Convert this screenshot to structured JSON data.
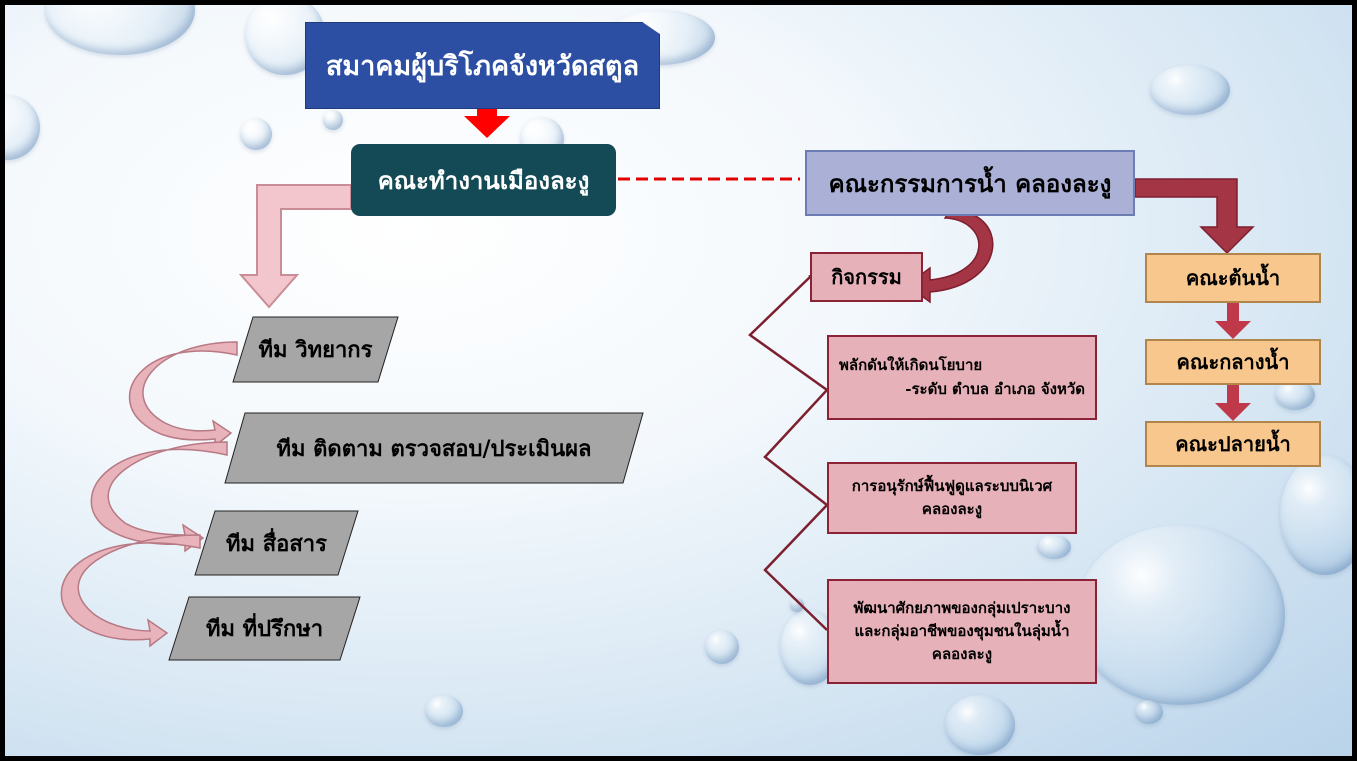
{
  "diagram": {
    "top_node": "สมาคมผู้บริโภคจังหวัดสตูล",
    "muang_node": "คณะทำงานเมืองละงู",
    "committee_node": "คณะกรรมการน้ำ คลองละงู",
    "teams": [
      "ทีม วิทยากร",
      "ทีม ติดตาม ตรวจสอบ/ประเมินผล",
      "ทีม สื่อสาร",
      "ทีม ที่ปรึกษา"
    ],
    "activity": {
      "label": "กิจกรรม",
      "items": [
        {
          "line1": "พลักดันให้เกิดนโยบาย",
          "line2": "-ระดับ ตำบล อำเภอ จังหวัด"
        },
        {
          "line1": "การอนุรักษ์ฟื้นฟูดูแลระบบนิเวศ",
          "line2": "คลองละงู"
        },
        {
          "line1": "พัฒนาศักยภาพของกลุ่มเปราะบาง",
          "line2": "และกลุ่มอาชีพของชุมชนในลุ่มน้ำ",
          "line3": "คลองละงู"
        }
      ]
    },
    "water_groups": [
      "คณะต้นน้ำ",
      "คณะกลางน้ำ",
      "คณะปลายน้ำ"
    ]
  },
  "colors": {
    "top_node": "#2d4fa3",
    "muang_node": "#134a55",
    "committee_node": "#aab0d6",
    "pink_box": "#e7b1b9",
    "pink_border": "#8b2336",
    "orange_box": "#f8c78d",
    "team_box": "#a6a6a6",
    "red_arrow": "#ff0000",
    "dark_red_arrow": "#a43545"
  }
}
